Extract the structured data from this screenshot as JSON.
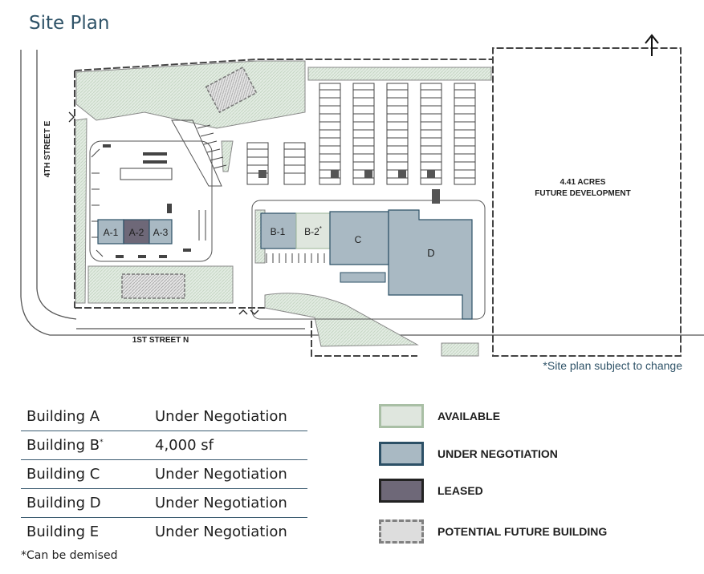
{
  "page": {
    "title": "Site Plan"
  },
  "site_plan": {
    "streets": {
      "fourth_street": "4TH STREET E",
      "first_street": "1ST STREET N"
    },
    "future_development": {
      "line1": "4.41 ACRES",
      "line2": "FUTURE DEVELOPMENT"
    },
    "units": {
      "a1": "A-1",
      "a2": "A-2",
      "a3": "A-3",
      "b1": "B-1",
      "b2": "B-2",
      "b2_mark": "*",
      "c": "C",
      "d": "D"
    },
    "note": "*Site plan subject to change"
  },
  "buildings": [
    {
      "name": "Building A",
      "mark": "",
      "status": "Under Negotiation"
    },
    {
      "name": "Building B",
      "mark": "*",
      "status": "4,000 sf"
    },
    {
      "name": "Building C",
      "mark": "",
      "status": "Under Negotiation"
    },
    {
      "name": "Building D",
      "mark": "",
      "status": "Under Negotiation"
    },
    {
      "name": "Building E",
      "mark": "",
      "status": "Under Negotiation"
    }
  ],
  "footnote": "*Can be demised",
  "legend": [
    {
      "label": "AVAILABLE",
      "swatch": "available",
      "color": "#dfe6de"
    },
    {
      "label": "UNDER NEGOTIATION",
      "swatch": "negotiation",
      "color": "#a9b9c3"
    },
    {
      "label": "LEASED",
      "swatch": "leased",
      "color": "#6e6878"
    },
    {
      "label": "POTENTIAL FUTURE BUILDING",
      "swatch": "future",
      "color": "#dddddd"
    }
  ],
  "colors": {
    "title": "#2f5368",
    "available": "#dfe6de",
    "under_negotiation": "#a9b9c3",
    "leased": "#6e6878",
    "future": "#dddddd",
    "outline": "#2c5066"
  }
}
